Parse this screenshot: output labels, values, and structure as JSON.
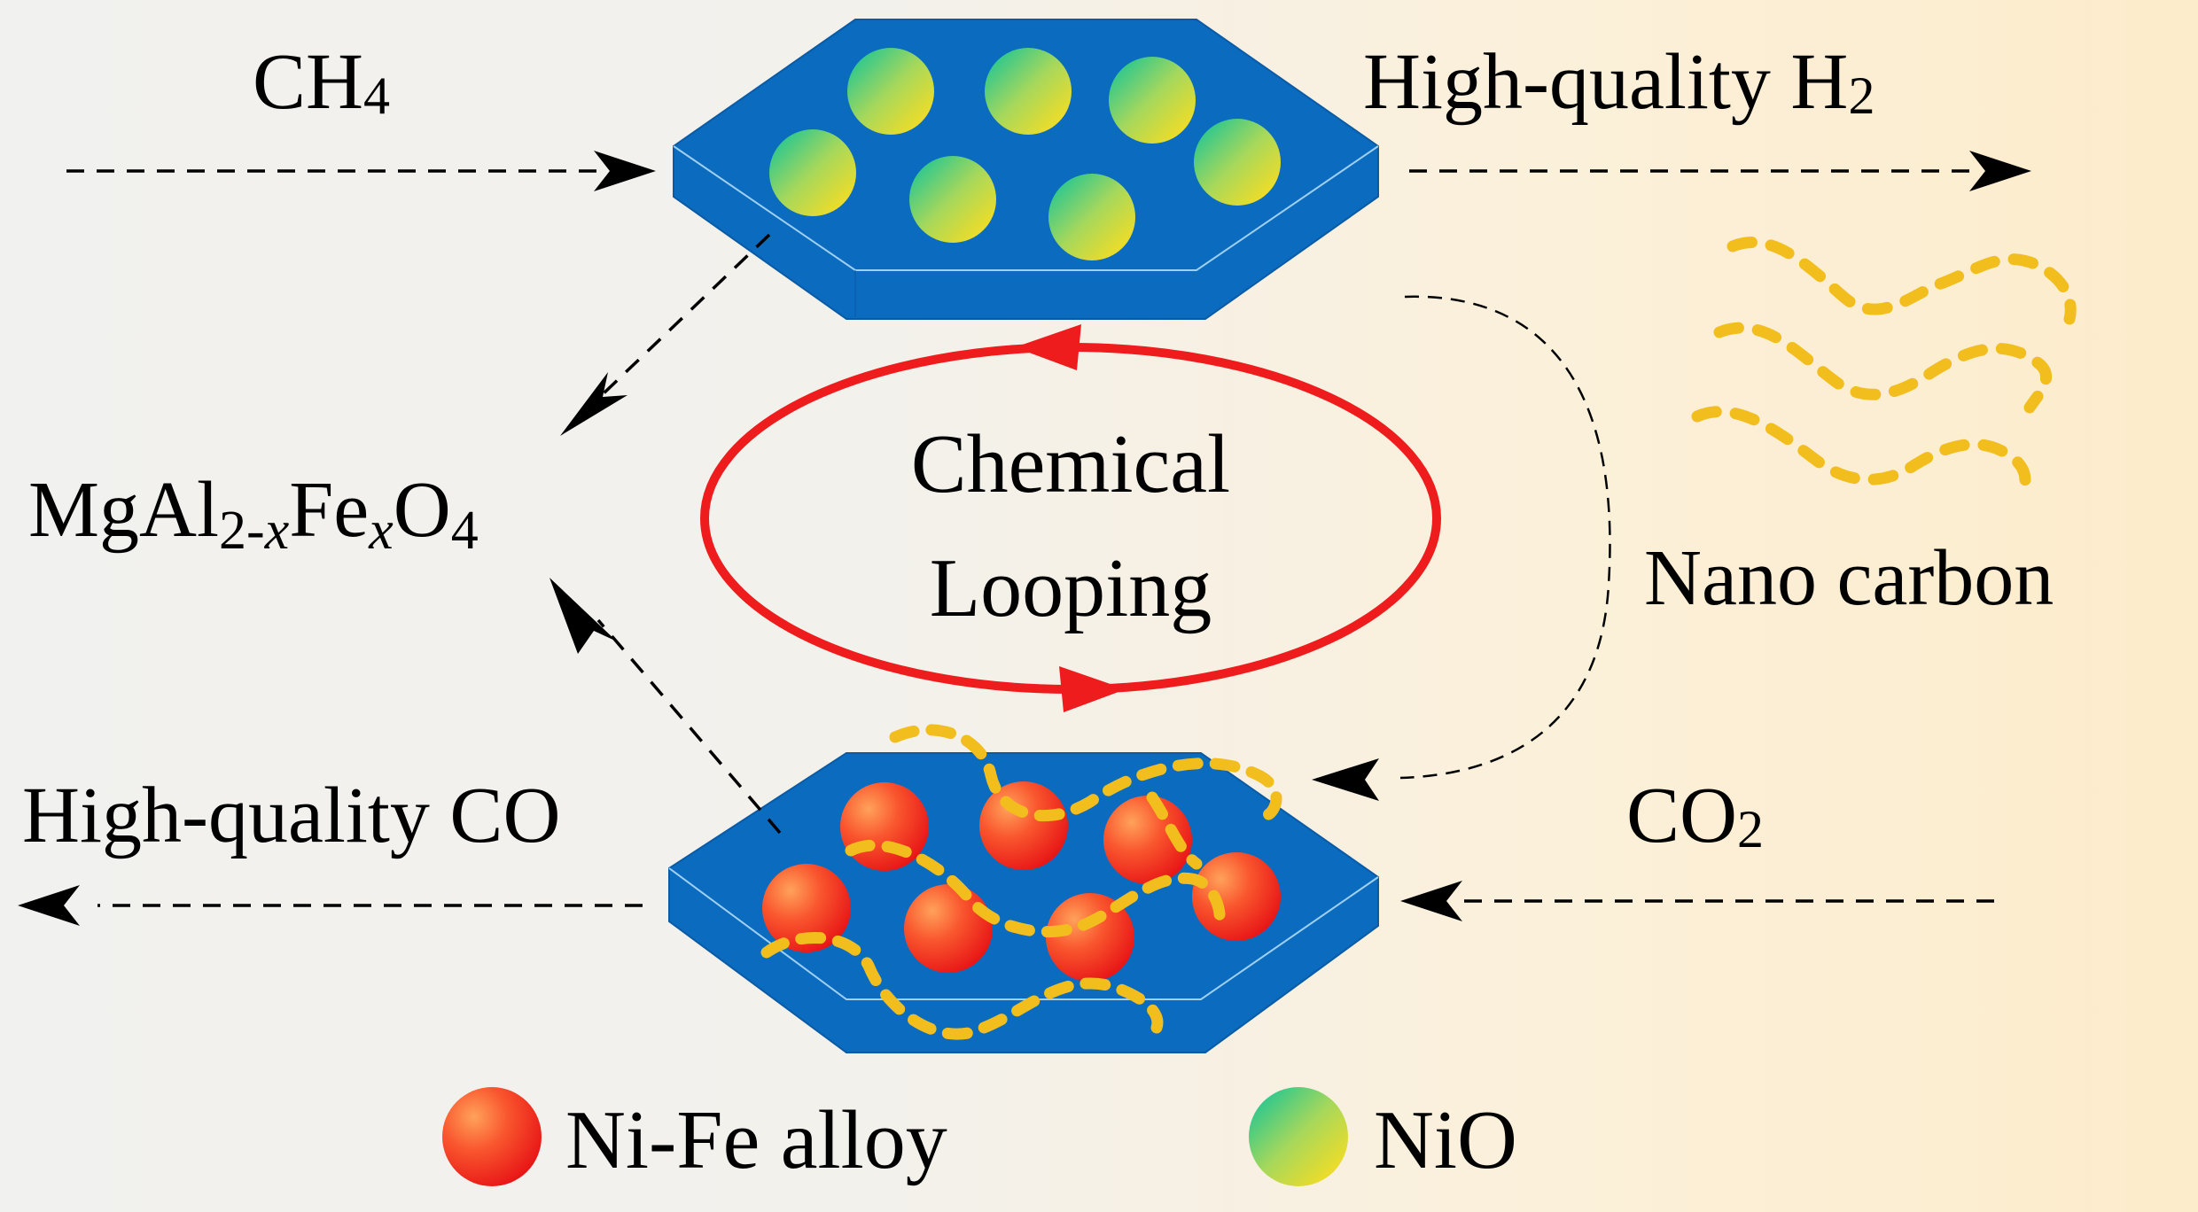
{
  "inputs": {
    "top_left": {
      "base": "CH",
      "sub": "4"
    },
    "bottom_right": {
      "base": "CO",
      "sub": "2"
    }
  },
  "outputs": {
    "top_right": {
      "base": "High-quality H",
      "sub": "2"
    },
    "bottom_left": "High-quality CO",
    "side_right": "Nano carbon"
  },
  "support": {
    "p1": "MgAl",
    "s1": "2-",
    "s1i": "x",
    "p2": "Fe",
    "s2": "x",
    "p3": "O",
    "s3": "4"
  },
  "cycle": {
    "line1": "Chemical",
    "line2": "Looping"
  },
  "legend": {
    "alloy": "Ni-Fe alloy",
    "oxide": "NiO"
  },
  "colors": {
    "support_blue": "#0a6bbf",
    "loop_red": "#ee1c1c",
    "carbon_yellow": "#f2be1e",
    "nio_green": "#37c98a",
    "nio_yellow": "#ecdc2a",
    "alloy_red": "#ee1c1c",
    "alloy_orange": "#ff8f4a"
  }
}
